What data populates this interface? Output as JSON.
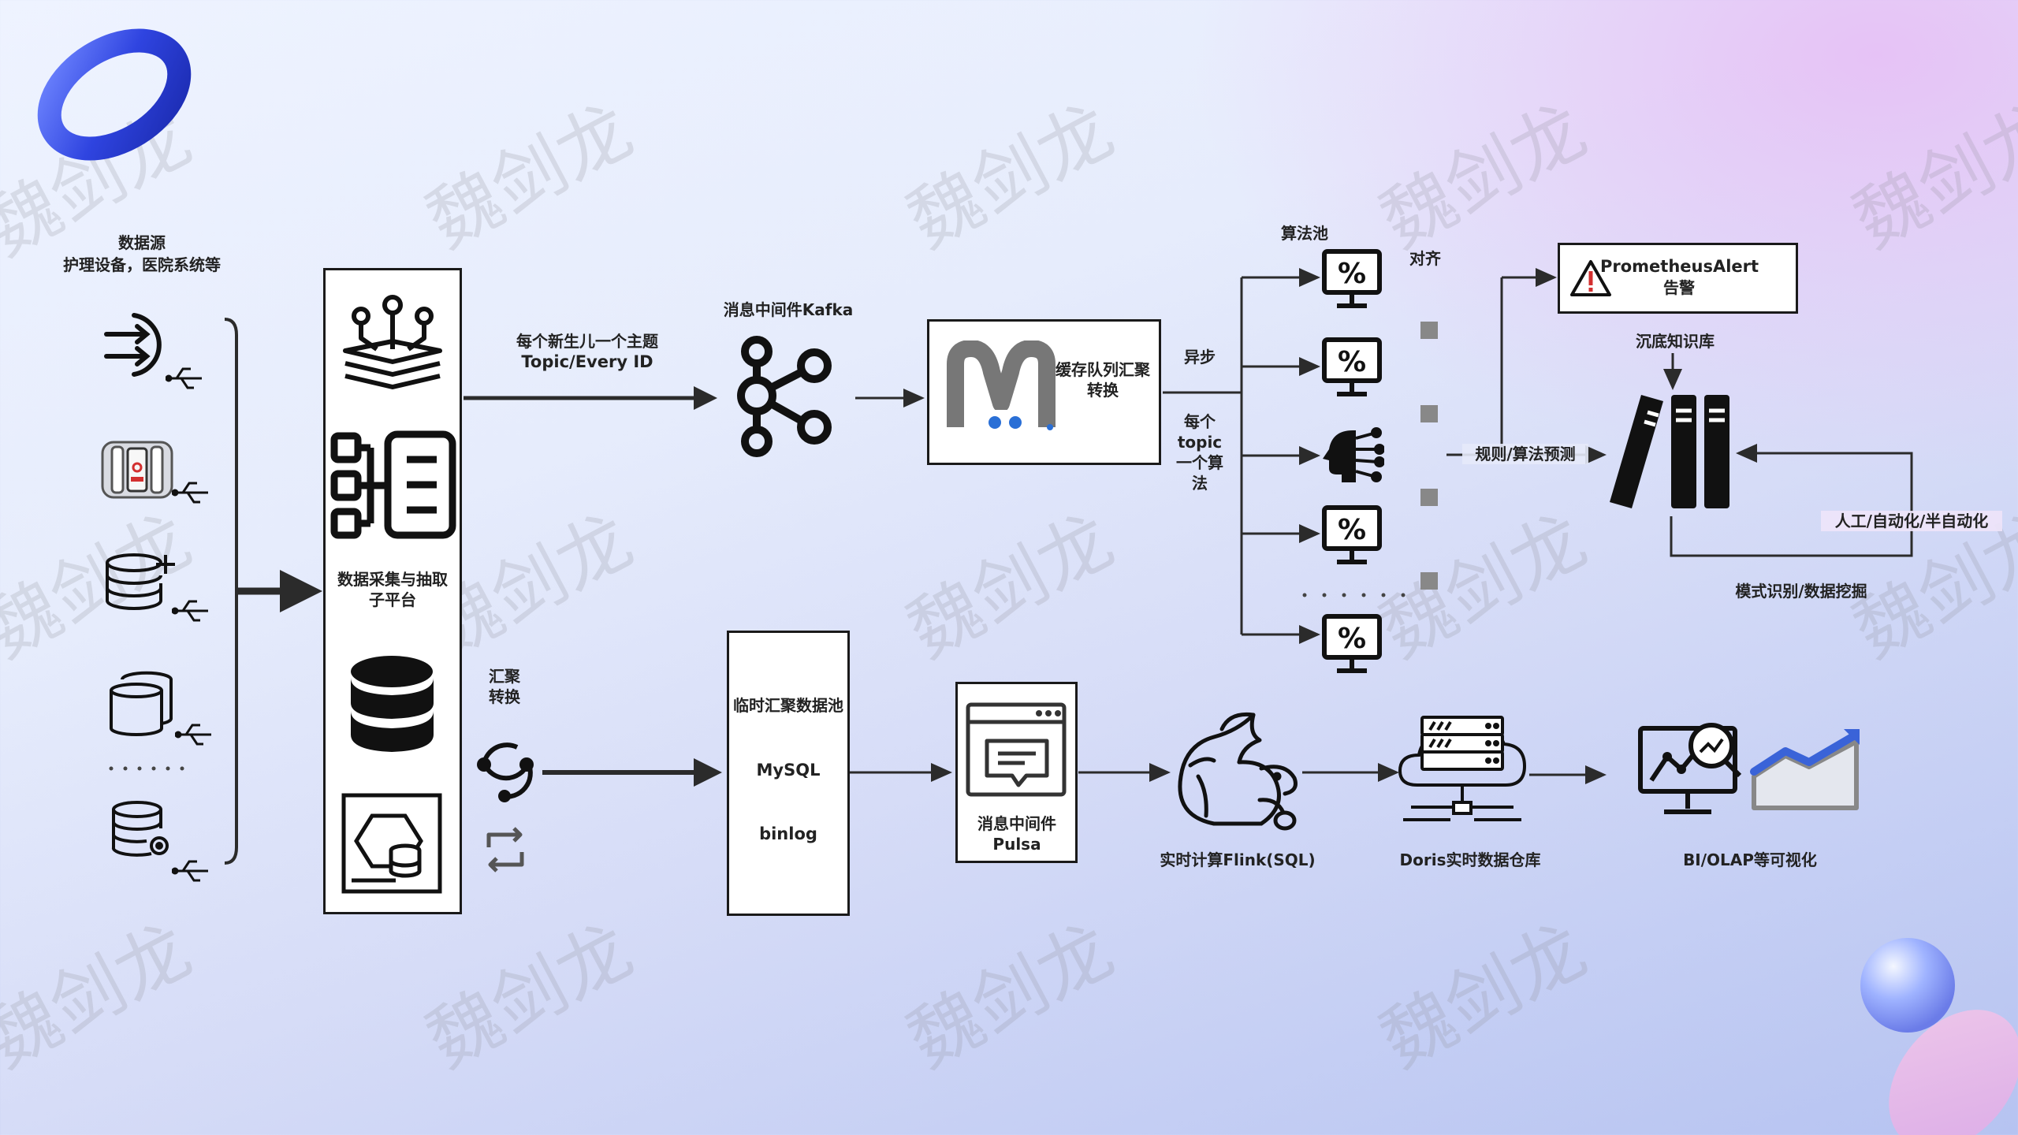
{
  "watermark": "魏剑龙",
  "source": {
    "title": "数据源",
    "subtitle": "护理设备，医院系统等"
  },
  "platform": {
    "label": "数据采集与抽取子平台"
  },
  "edges": {
    "topic_line1": "每个新生儿一个主题",
    "topic_line2": "Topic/Every ID",
    "async": "异步",
    "per_topic": "每个topic一个算法",
    "align": "对齐",
    "rule_predict": "规则/算法预测",
    "knowledge": "沉底知识库",
    "manual": "人工/自动化/半自动化",
    "pattern": "模式识别/数据挖掘",
    "aggregate": "汇聚转换"
  },
  "kafka": {
    "label": "消息中间件Kafka"
  },
  "cache": {
    "label": "缓存队列汇聚转换"
  },
  "algo_pool": {
    "label": "算法池"
  },
  "alert": {
    "title": "PrometheusAlert",
    "subtitle": "告警"
  },
  "temp_pool": {
    "title": "临时汇聚数据池",
    "mysql": "MySQL",
    "binlog": "binlog"
  },
  "pulsar": {
    "label": "消息中间件Pulsa"
  },
  "flink": {
    "label": "实时计算Flink(SQL)"
  },
  "doris": {
    "label": "Doris实时数据仓库"
  },
  "bi": {
    "label": "BI/OLAP等可视化"
  },
  "colors": {
    "line": "#2b2b2b",
    "icon": "#111111",
    "ring": "#3a52e8",
    "alert_red": "#d32f2f",
    "chart_blue": "#3a63d8"
  }
}
